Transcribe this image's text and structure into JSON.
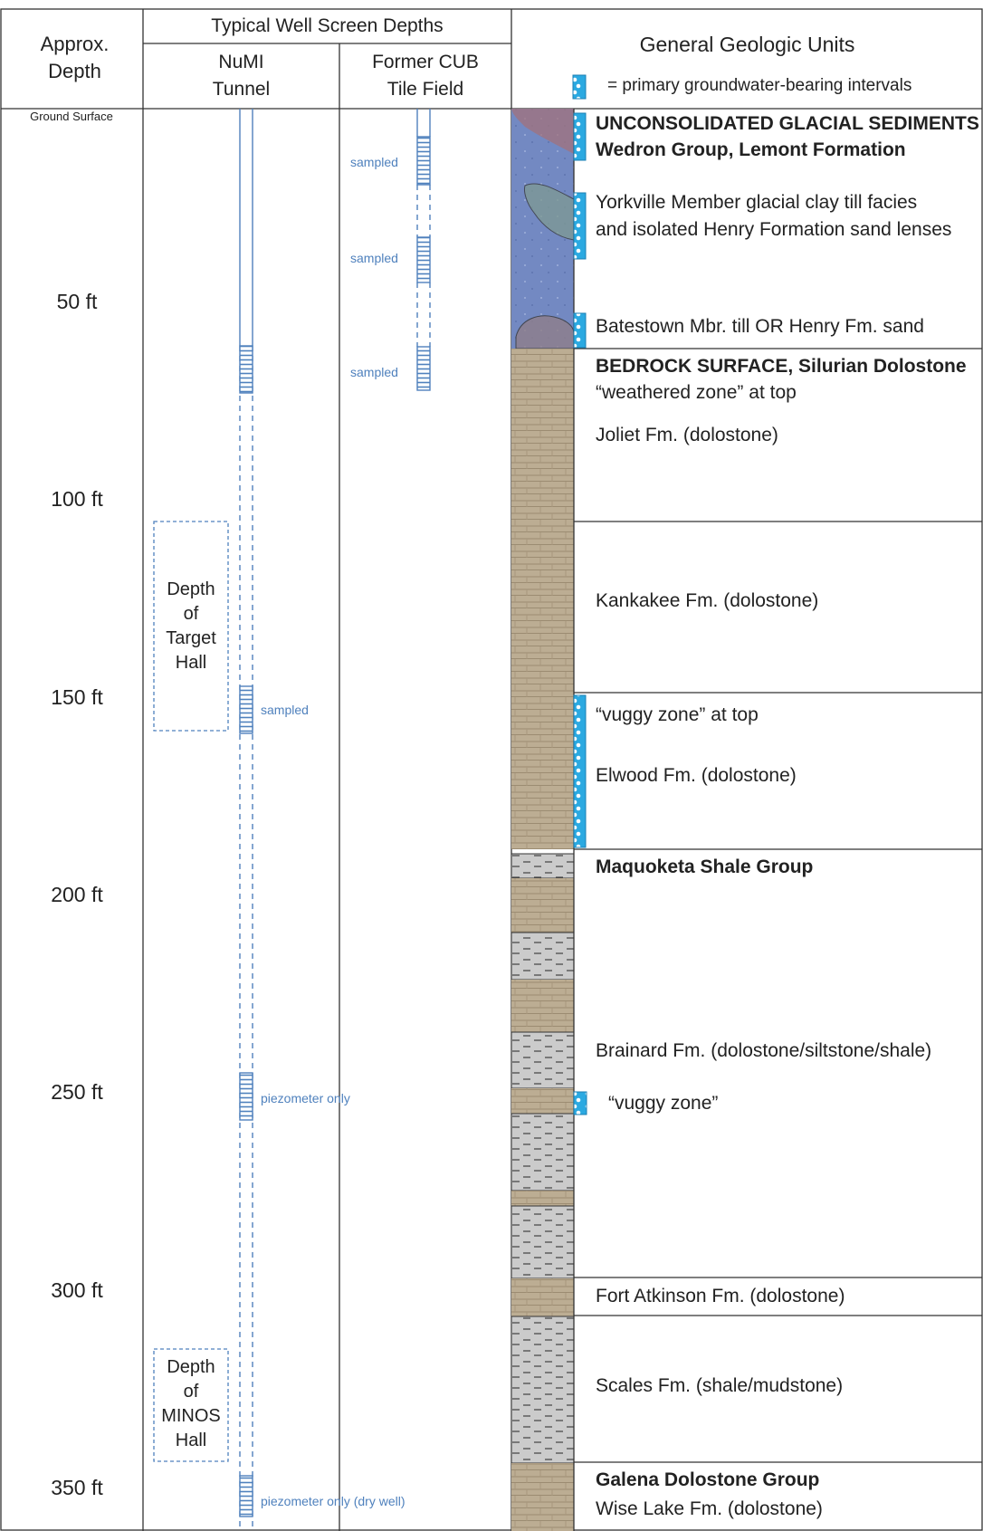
{
  "header": {
    "depth_label_line1": "Approx.",
    "depth_label_line2": "Depth",
    "screen_group_label": "Typical Well Screen Depths",
    "numi_label_line1": "NuMI",
    "numi_label_line2": "Tunnel",
    "cub_label_line1": "Former CUB",
    "cub_label_line2": "Tile Field",
    "units_label": "General Geologic Units",
    "legend_text": "= primary groundwater-bearing intervals"
  },
  "depth_axis": {
    "ground_surface": "Ground Surface",
    "ticks": [
      "50 ft",
      "100 ft",
      "150 ft",
      "200 ft",
      "250 ft",
      "300 ft",
      "350 ft"
    ]
  },
  "annotations": {
    "cub_sampled_1": "sampled",
    "cub_sampled_2": "sampled",
    "cub_sampled_3": "sampled",
    "numi_sampled": "sampled",
    "numi_piezometer": "piezometer only",
    "numi_piezometer_dry": "piezometer only (dry well)"
  },
  "boxes": {
    "target_hall": [
      "Depth",
      "of",
      "Target",
      "Hall"
    ],
    "minos_hall": [
      "Depth",
      "of",
      "MINOS",
      "Hall"
    ]
  },
  "units": {
    "glacial_title": "UNCONSOLIDATED GLACIAL SEDIMENTS",
    "glacial_group": "Wedron Group, Lemont Formation",
    "yorkville_1": "Yorkville Member glacial clay till facies",
    "yorkville_2": "and isolated Henry Formation sand lenses",
    "batestown": "Batestown Mbr. till OR Henry Fm. sand",
    "bedrock_title": "BEDROCK SURFACE, Silurian Dolostone",
    "weathered": "“weathered zone” at top",
    "joliet": "Joliet Fm. (dolostone)",
    "kankakee": "Kankakee Fm. (dolostone)",
    "vuggy_top": "“vuggy zone” at top",
    "elwood": "Elwood Fm. (dolostone)",
    "maquoketa": "Maquoketa Shale Group",
    "brainard": "Brainard Fm. (dolostone/siltstone/shale)",
    "vuggy_zone": "“vuggy zone”",
    "fort_atkinson": "Fort Atkinson Fm. (dolostone)",
    "scales": "Scales Fm. (shale/mudstone)",
    "galena": "Galena Dolostone Group",
    "wise_lake": "Wise Lake Fm. (dolostone)"
  },
  "colors": {
    "grid": "#333333",
    "well_screen": "#4f81bd",
    "aquifer_marker": "#29a8e0",
    "glacial_fill": "#6f88c4",
    "dolostone_fill": "#b9a98e",
    "shale_fill": "#c8c8c8"
  }
}
